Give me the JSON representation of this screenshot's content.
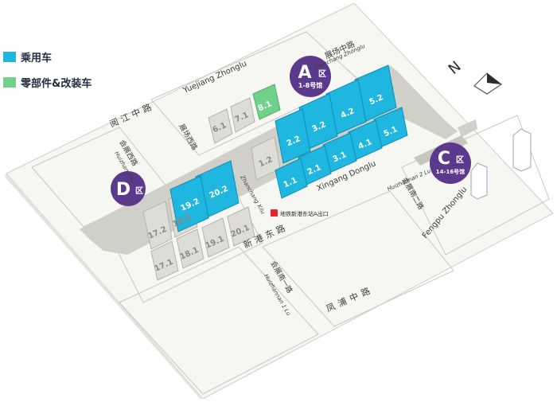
{
  "legend": {
    "passenger_label": "乘用车",
    "parts_label": "零部件&改装车"
  },
  "colors": {
    "passenger": "#1fb6e0",
    "parts": "#6fd18a",
    "other_hall": "#dcdcd6",
    "walkway": "#c9c9c2",
    "badge": "#5b3a8e",
    "road_line": "#9a9a9a"
  },
  "compass": {
    "label": "N"
  },
  "zones": {
    "a": {
      "letter": "A",
      "suffix": "区",
      "halls": "1-8号馆"
    },
    "c": {
      "letter": "C",
      "suffix": "区",
      "halls": "14-16号馆"
    },
    "d": {
      "letter": "D",
      "suffix": "区"
    }
  },
  "halls": {
    "h1_1": "1.1",
    "h1_2": "1.2",
    "h2_1": "2.1",
    "h2_2": "2.2",
    "h3_1": "3.1",
    "h3_2": "3.2",
    "h4_1": "4.1",
    "h4_2": "4.2",
    "h5_1": "5.1",
    "h5_2": "5.2",
    "h6_1": "6.1",
    "h7_1": "7.1",
    "h8_1": "8.1",
    "h17_1": "17.1",
    "h17_2": "17.2",
    "h18_1": "18.1",
    "h18_2": "18.2",
    "h19_1": "19.1",
    "h19_2": "19.2",
    "h20_1": "20.1",
    "h20_2": "20.2"
  },
  "roads": {
    "zhanchang_zhonglu_cn": "展场中路",
    "zhanchang_zhonglu_en": "Zhanchang Zhonglu",
    "yuejiang_zhonglu_en": "Yuejiang Zhonglu",
    "yuejiang_zhonglu_cn": "阅江中路",
    "zhanchang_xilu_cn": "展场西路",
    "zhanchang_xilu_en": "Zhanchang Xilu",
    "huizhan_xilu_cn": "会展西路",
    "huizhan_xilu_en": "Huizhan Xilu",
    "xingang_donglu_en": "Xingang Donglu",
    "xingang_donglu_cn": "新港东路",
    "huizhan_2lu_cn": "会展南二路",
    "huizhan_2lu_en": "Huizhannan 2 Lu",
    "huizhan_1lu_cn": "会展南一路",
    "huizhan_1lu_en": "Huizhannan 1 Lu",
    "fengpu_zhonglu_en": "Fengpu Zhonglu",
    "fengpu_zhonglu_cn": "凤浦中路"
  },
  "metro": {
    "label": "地铁新港东站A出口"
  }
}
